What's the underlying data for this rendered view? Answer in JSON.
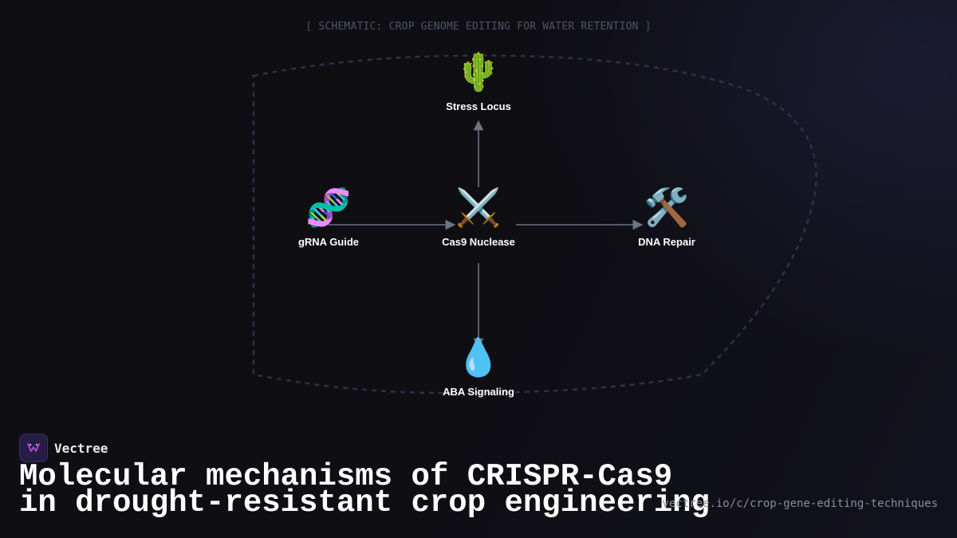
{
  "caption": "[ SCHEMATIC: CROP GENOME EDITING FOR WATER RETENTION ]",
  "nodes": {
    "stress_locus": {
      "icon": "🌵",
      "icon_name": "cactus-icon",
      "label": "Stress Locus"
    },
    "grna_guide": {
      "icon": "🧬",
      "icon_name": "dna-icon",
      "label": "gRNA Guide"
    },
    "cas9_nuclease": {
      "icon": "⚔️",
      "icon_name": "crossed-swords-icon",
      "label": "Cas9 Nuclease"
    },
    "dna_repair": {
      "icon": "🛠️",
      "icon_name": "hammer-wrench-icon",
      "label": "DNA Repair"
    },
    "aba_signaling": {
      "icon": "💧",
      "icon_name": "droplet-icon",
      "label": "ABA Signaling"
    }
  },
  "edges": [
    {
      "from": "cas9_nuclease",
      "to": "stress_locus"
    },
    {
      "from": "grna_guide",
      "to": "cas9_nuclease"
    },
    {
      "from": "cas9_nuclease",
      "to": "dna_repair"
    },
    {
      "from": "cas9_nuclease",
      "to": "aba_signaling"
    }
  ],
  "brand": {
    "name": "Vectree"
  },
  "title": {
    "line1": "Molecular mechanisms of CRISPR-Cas9",
    "line2": "in drought-resistant crop engineering"
  },
  "url": "vectree.io/c/crop-gene-editing-techniques",
  "colors": {
    "background": "#0f0e13",
    "connector": "#6b7385",
    "boundary_dashed": "#2a3346",
    "logo_bg": "#251d45",
    "logo_accent": "#b04ad8"
  }
}
